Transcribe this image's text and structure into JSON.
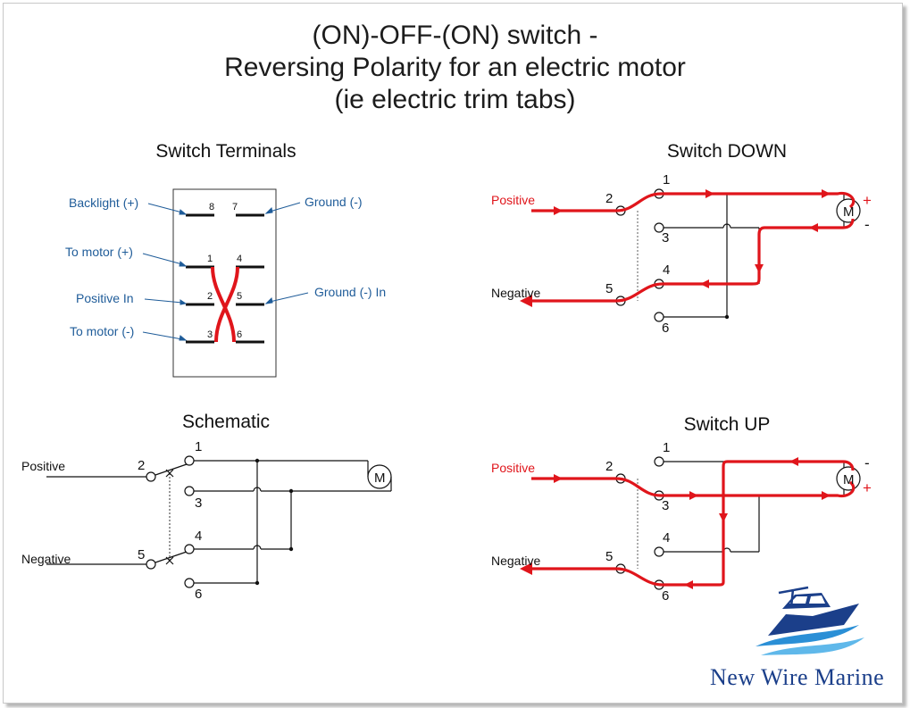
{
  "title": {
    "line1": "(ON)-OFF-(ON) switch -",
    "line2": "Reversing Polarity for an electric motor",
    "line3": "(ie electric trim tabs)"
  },
  "sections": {
    "terminals": "Switch Terminals",
    "down": "Switch DOWN",
    "schematic": "Schematic",
    "up": "Switch UP"
  },
  "terminal_labels": {
    "backlight": "Backlight (+)",
    "ground": "Ground (-)",
    "to_motor_pos": "To motor (+)",
    "positive_in": "Positive In",
    "ground_in": "Ground (-) In",
    "to_motor_neg": "To motor (-)"
  },
  "terminal_numbers": [
    "8",
    "7",
    "1",
    "4",
    "2",
    "5",
    "3",
    "6"
  ],
  "wire_labels": {
    "positive": "Positive",
    "negative": "Negative"
  },
  "pin_numbers": {
    "p1": "1",
    "p2": "2",
    "p3": "3",
    "p4": "4",
    "p5": "5",
    "p6": "6"
  },
  "motor": {
    "symbol": "M",
    "plus": "+",
    "minus": "-"
  },
  "brand": {
    "logo_icon": "boat-logo-icon",
    "name": "New Wire Marine"
  },
  "colors": {
    "red_wire": "#e0151b",
    "label_blue": "#1f5c99",
    "brand_blue": "#1b3f8a"
  }
}
